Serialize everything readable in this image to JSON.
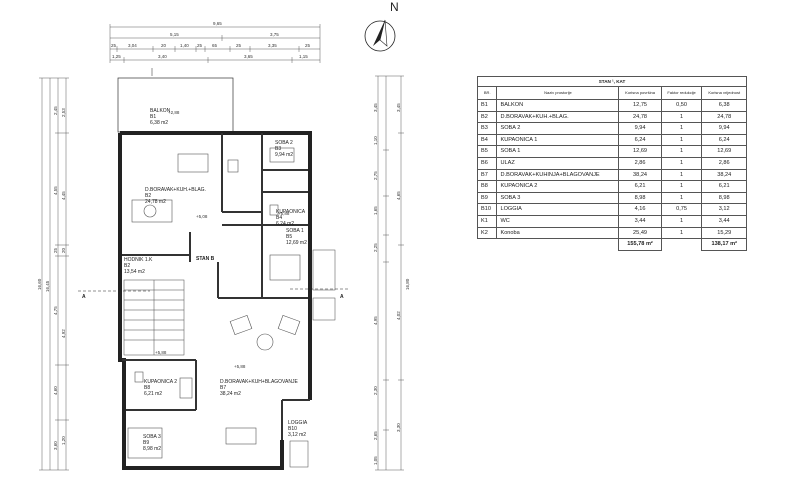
{
  "north_label": "N",
  "legend": {
    "title": "STAN ¹, KAT",
    "headers": [
      "BR.",
      "Naziv prostorije",
      "Korisna površina",
      "Faktor redukcije",
      "Korisna vrijednost"
    ],
    "rows": [
      {
        "id": "B1",
        "name": "BALKON",
        "area": "12,75",
        "factor": "0,50",
        "value": "6,38"
      },
      {
        "id": "B2",
        "name": "D.BORAVAK+KUH.+BLAG.",
        "area": "24,78",
        "factor": "1",
        "value": "24,78"
      },
      {
        "id": "B3",
        "name": "SOBA 2",
        "area": "9,94",
        "factor": "1",
        "value": "9,94"
      },
      {
        "id": "B4",
        "name": "KUPAONICA 1",
        "area": "6,24",
        "factor": "1",
        "value": "6,24"
      },
      {
        "id": "B5",
        "name": "SOBA 1",
        "area": "12,69",
        "factor": "1",
        "value": "12,69"
      },
      {
        "id": "B6",
        "name": "ULAZ",
        "area": "2,86",
        "factor": "1",
        "value": "2,86"
      },
      {
        "id": "B7",
        "name": "D.BORAVAK+KUHINJA+BLAGOVANJE",
        "area": "38,24",
        "factor": "1",
        "value": "38,24"
      },
      {
        "id": "B8",
        "name": "KUPAONICA 2",
        "area": "6,21",
        "factor": "1",
        "value": "6,21"
      },
      {
        "id": "B9",
        "name": "SOBA 3",
        "area": "8,98",
        "factor": "1",
        "value": "8,98"
      },
      {
        "id": "B10",
        "name": "LOGGIA",
        "area": "4,16",
        "factor": "0,75",
        "value": "3,12"
      },
      {
        "id": "K1",
        "name": "WC",
        "area": "3,44",
        "factor": "1",
        "value": "3,44"
      },
      {
        "id": "K2",
        "name": "Konoba",
        "area": "25,49",
        "factor": "1",
        "value": "15,29"
      }
    ],
    "total_area": "155,78 m²",
    "total_value": "138,17 m²"
  },
  "plan": {
    "top_dims": {
      "overall": "9,65",
      "row2": [
        "5,15",
        "3,75"
      ],
      "row3": [
        "25",
        "3,04",
        "20",
        "1,40",
        "25",
        "65",
        "25",
        "3,35",
        "25"
      ],
      "row4": [
        "1,25",
        "3,40",
        "3,65",
        "1,15"
      ]
    },
    "left_dims": {
      "overall": "16,60",
      "row2": [
        "16,45"
      ],
      "row3": [
        "2,45",
        "4,55",
        "25",
        "4,75",
        "4,60",
        "3,60"
      ],
      "row4": [
        "2,53",
        "4,45",
        "20",
        "4,92",
        "1,20"
      ]
    },
    "right_dims": {
      "overall": "16,80",
      "row2": [
        "3,45",
        "4,65",
        "4,02",
        "3,30"
      ],
      "row3": [
        "3,45",
        "1,10",
        "2,75",
        "1,65",
        "2,25",
        "4,95",
        "2,30",
        "2,65",
        "1,05"
      ]
    },
    "rooms": [
      {
        "key": "b1",
        "name": "BALKON",
        "code": "B1",
        "area": "6,38 m2"
      },
      {
        "key": "b2",
        "name": "D.BORAVAK+KUH.+BLAG.",
        "code": "B2",
        "area": "24,78 m2"
      },
      {
        "key": "b3",
        "name": "SOBA 2",
        "code": "B3",
        "area": "9,94 m2"
      },
      {
        "key": "b4",
        "name": "KUPAONICA",
        "code": "B4",
        "area": "6,24 m2"
      },
      {
        "key": "b5",
        "name": "SOBA 1",
        "code": "B5",
        "area": "12,69 m2"
      },
      {
        "key": "b6",
        "name": "HODNIK 1.K",
        "code": "B2",
        "area": "13,54 m2"
      },
      {
        "key": "b7",
        "name": "D.BORAVAK+KUH+BLAGOVANJE",
        "code": "B7",
        "area": "38,24 m2"
      },
      {
        "key": "b8",
        "name": "KUPAONICA 2",
        "code": "B8",
        "area": "6,21 m2"
      },
      {
        "key": "b9",
        "name": "SOBA 3",
        "code": "B9",
        "area": "8,98 m2"
      },
      {
        "key": "b10",
        "name": "LOGGIA",
        "code": "B10",
        "area": "3,12 m2"
      }
    ],
    "levels": [
      "+2,88",
      "+5,08",
      "+5,88",
      "+5,88",
      "+5,88"
    ],
    "stan_label": "STAN B",
    "section_labels": [
      "A",
      "A"
    ]
  }
}
